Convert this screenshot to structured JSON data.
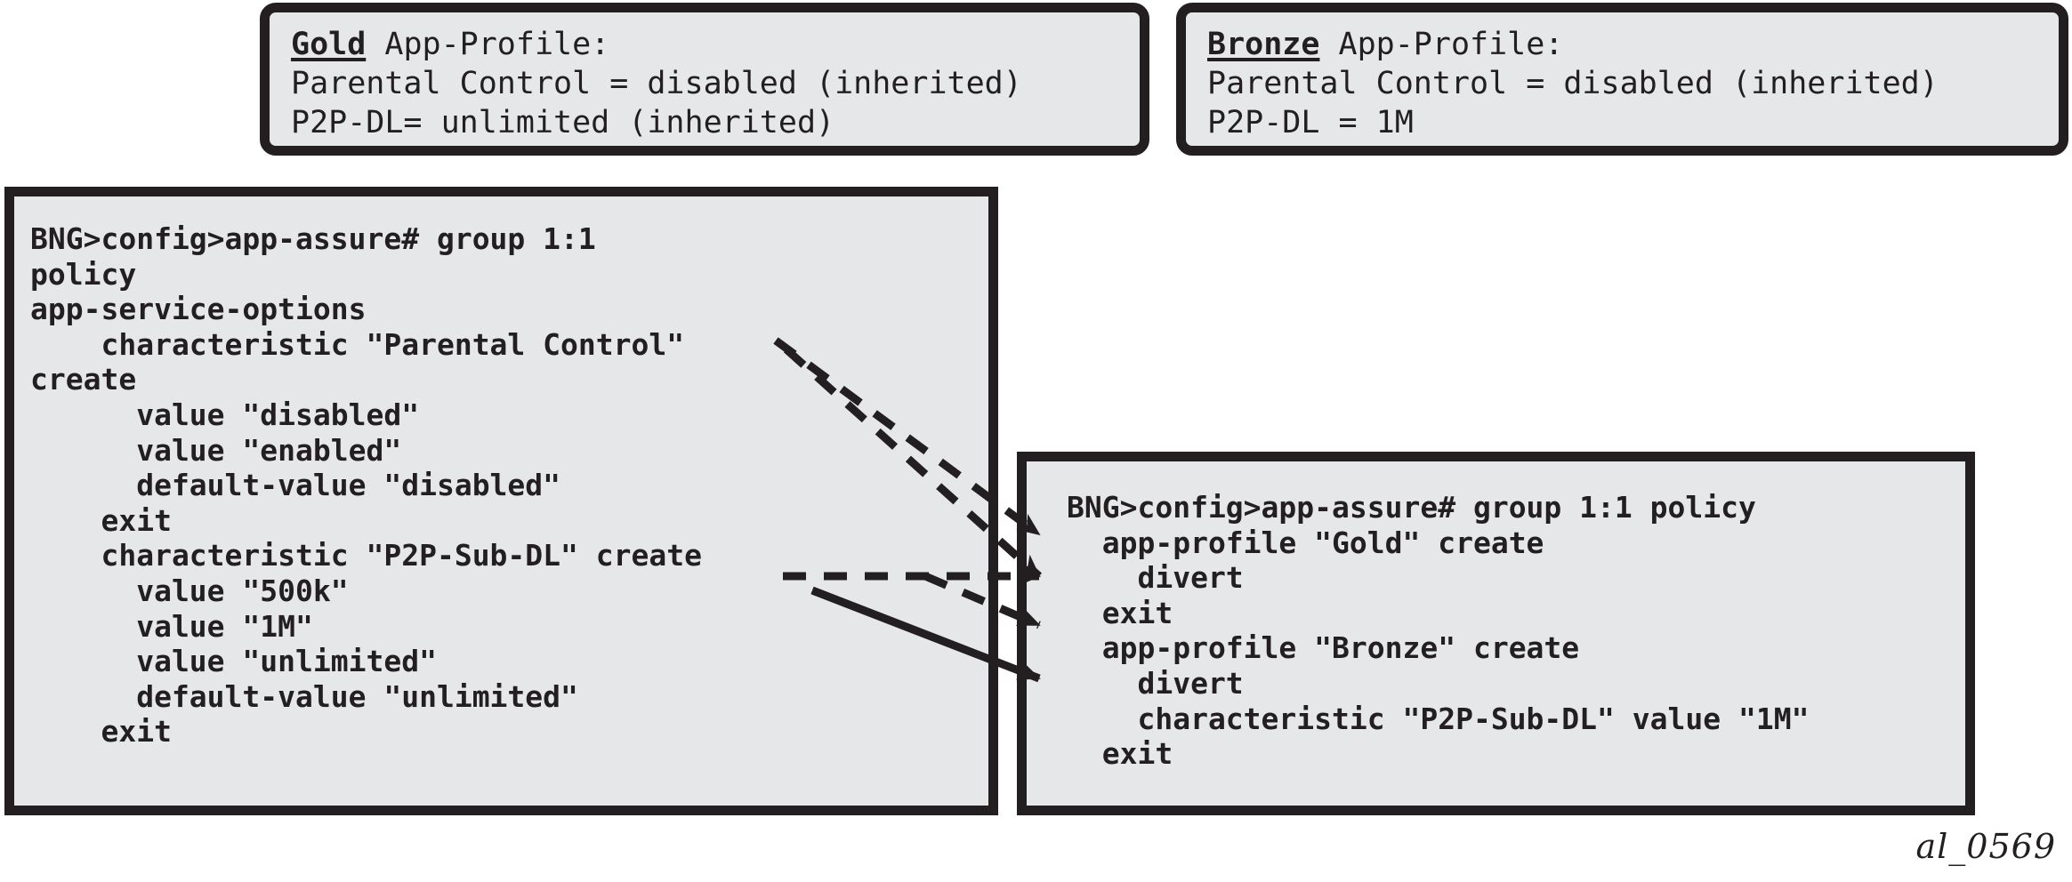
{
  "figure": {
    "caption": "al_0569",
    "bg_color": "#ffffff",
    "box_fill": "#e6e7e9",
    "box_border": "#231f20"
  },
  "profiles": [
    {
      "id": "gold",
      "name": "Gold",
      "suffix": " App-Profile:",
      "lines": [
        "Parental Control = disabled (inherited)",
        "P2P-DL= unlimited (inherited)"
      ]
    },
    {
      "id": "bronze",
      "name": "Bronze",
      "suffix": " App-Profile:",
      "lines": [
        "Parental Control = disabled (inherited)",
        "P2P-DL = 1M"
      ]
    }
  ],
  "cli_left": {
    "title": "app-service-options configuration",
    "lines": [
      "BNG>config>app-assure# group 1:1",
      "policy",
      "app-service-options",
      "    characteristic \"Parental Control\"",
      "create",
      "      value \"disabled\"",
      "      value \"enabled\"",
      "      default-value \"disabled\"",
      "    exit",
      "    characteristic \"P2P-Sub-DL\" create",
      "      value \"500k\"",
      "      value \"1M\"",
      "      value \"unlimited\"",
      "      default-value \"unlimited\"",
      "    exit"
    ]
  },
  "cli_right": {
    "title": "app-profile configuration",
    "lines": [
      "BNG>config>app-assure# group 1:1 policy",
      "  app-profile \"Gold\" create",
      "    divert",
      "  exit",
      "  app-profile \"Bronze\" create",
      "    divert",
      "    characteristic \"P2P-Sub-DL\" value \"1M\"",
      "  exit"
    ]
  },
  "connectors": [
    {
      "id": "parental-control-to-gold-profile",
      "style": "dashed",
      "label": ""
    },
    {
      "id": "parental-control-to-bronze-profile",
      "style": "dashed",
      "label": ""
    },
    {
      "id": "p2p-create-to-gold-divert",
      "style": "dashed",
      "label": ""
    },
    {
      "id": "p2p-create-to-bronze-divert",
      "style": "solid",
      "label": ""
    }
  ]
}
